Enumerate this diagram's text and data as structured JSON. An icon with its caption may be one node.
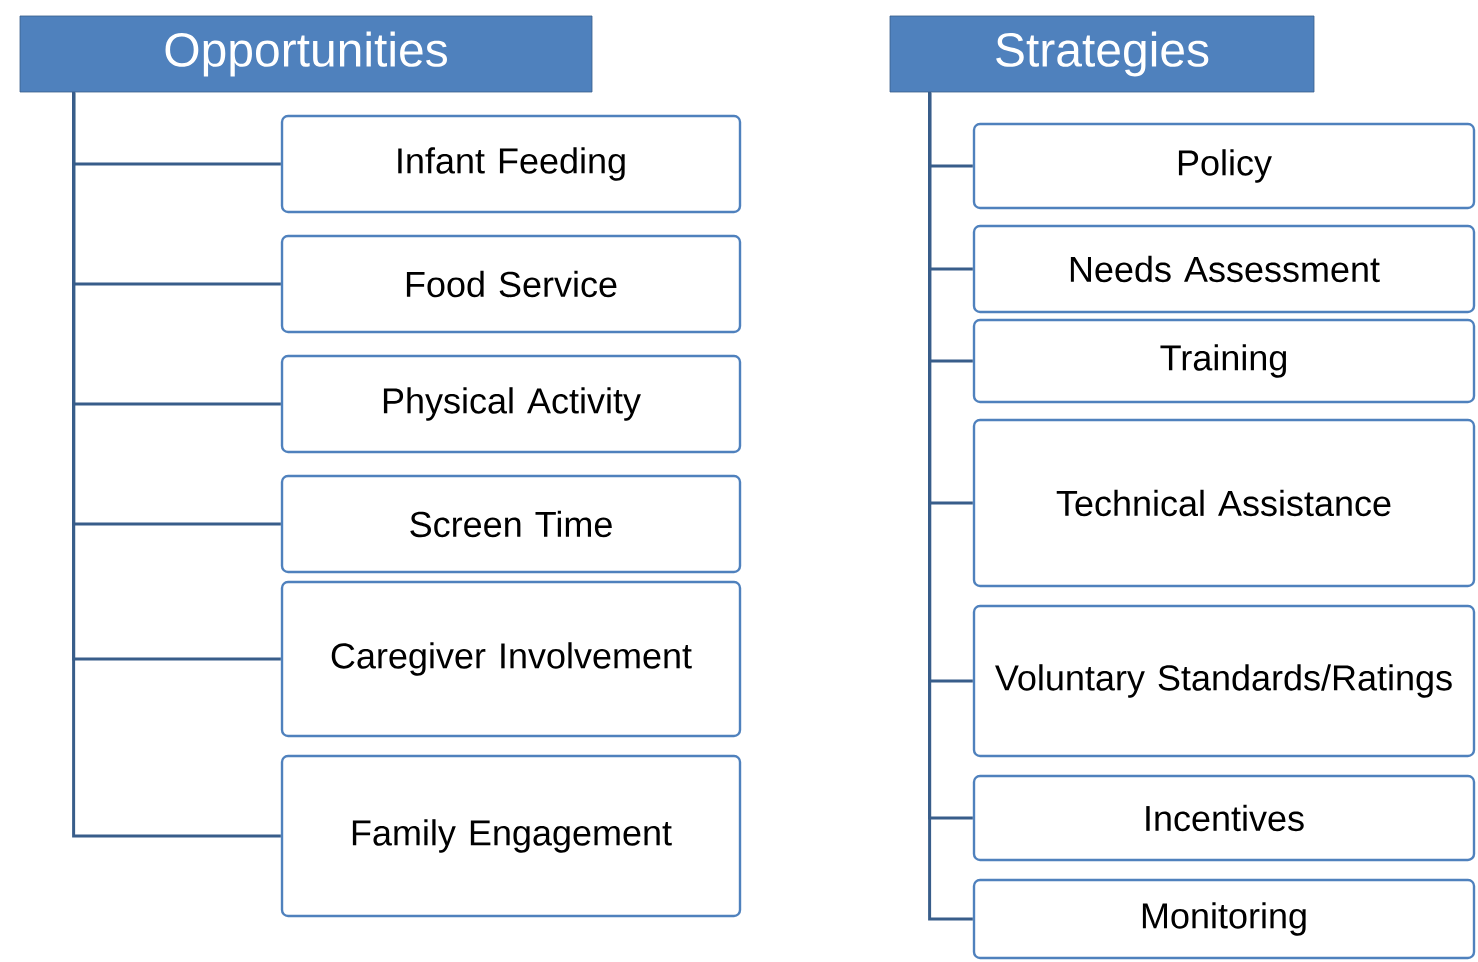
{
  "diagram": {
    "nodes": [
      {
        "text": [
          "Opportunities"
        ]
      },
      {
        "text": [
          "Infant Feeding"
        ]
      },
      {
        "text": [
          "Food Service"
        ]
      },
      {
        "text": [
          "Physical Activity"
        ]
      },
      {
        "text": [
          "Screen Time"
        ]
      },
      {
        "text": [
          "Caregiver Involvement"
        ]
      },
      {
        "text": [
          "Family Engagement"
        ]
      },
      {
        "text": [
          "Strategies"
        ]
      },
      {
        "text": [
          "Policy"
        ]
      },
      {
        "text": [
          "Needs Assessment"
        ]
      },
      {
        "text": [
          "Training"
        ]
      },
      {
        "text": [
          "Technical Assistance"
        ]
      },
      {
        "text": [
          "Voluntary Standards/Ratings"
        ]
      },
      {
        "text": [
          "Incentives"
        ]
      },
      {
        "text": [
          "Monitoring"
        ]
      }
    ],
    "edges": [
      {
        "from": 0,
        "to": 1,
        "arrow": "none"
      },
      {
        "from": 0,
        "to": 2,
        "arrow": "none"
      },
      {
        "from": 0,
        "to": 3,
        "arrow": "none"
      },
      {
        "from": 0,
        "to": 4,
        "arrow": "none"
      },
      {
        "from": 0,
        "to": 5,
        "arrow": "none"
      },
      {
        "from": 0,
        "to": 6,
        "arrow": "none"
      },
      {
        "from": 7,
        "to": 8,
        "arrow": "none"
      },
      {
        "from": 7,
        "to": 9,
        "arrow": "none"
      },
      {
        "from": 7,
        "to": 10,
        "arrow": "none"
      },
      {
        "from": 7,
        "to": 11,
        "arrow": "none"
      },
      {
        "from": 7,
        "to": 12,
        "arrow": "none"
      },
      {
        "from": 7,
        "to": 13,
        "arrow": "none"
      },
      {
        "from": 7,
        "to": 14,
        "arrow": "none"
      }
    ]
  }
}
